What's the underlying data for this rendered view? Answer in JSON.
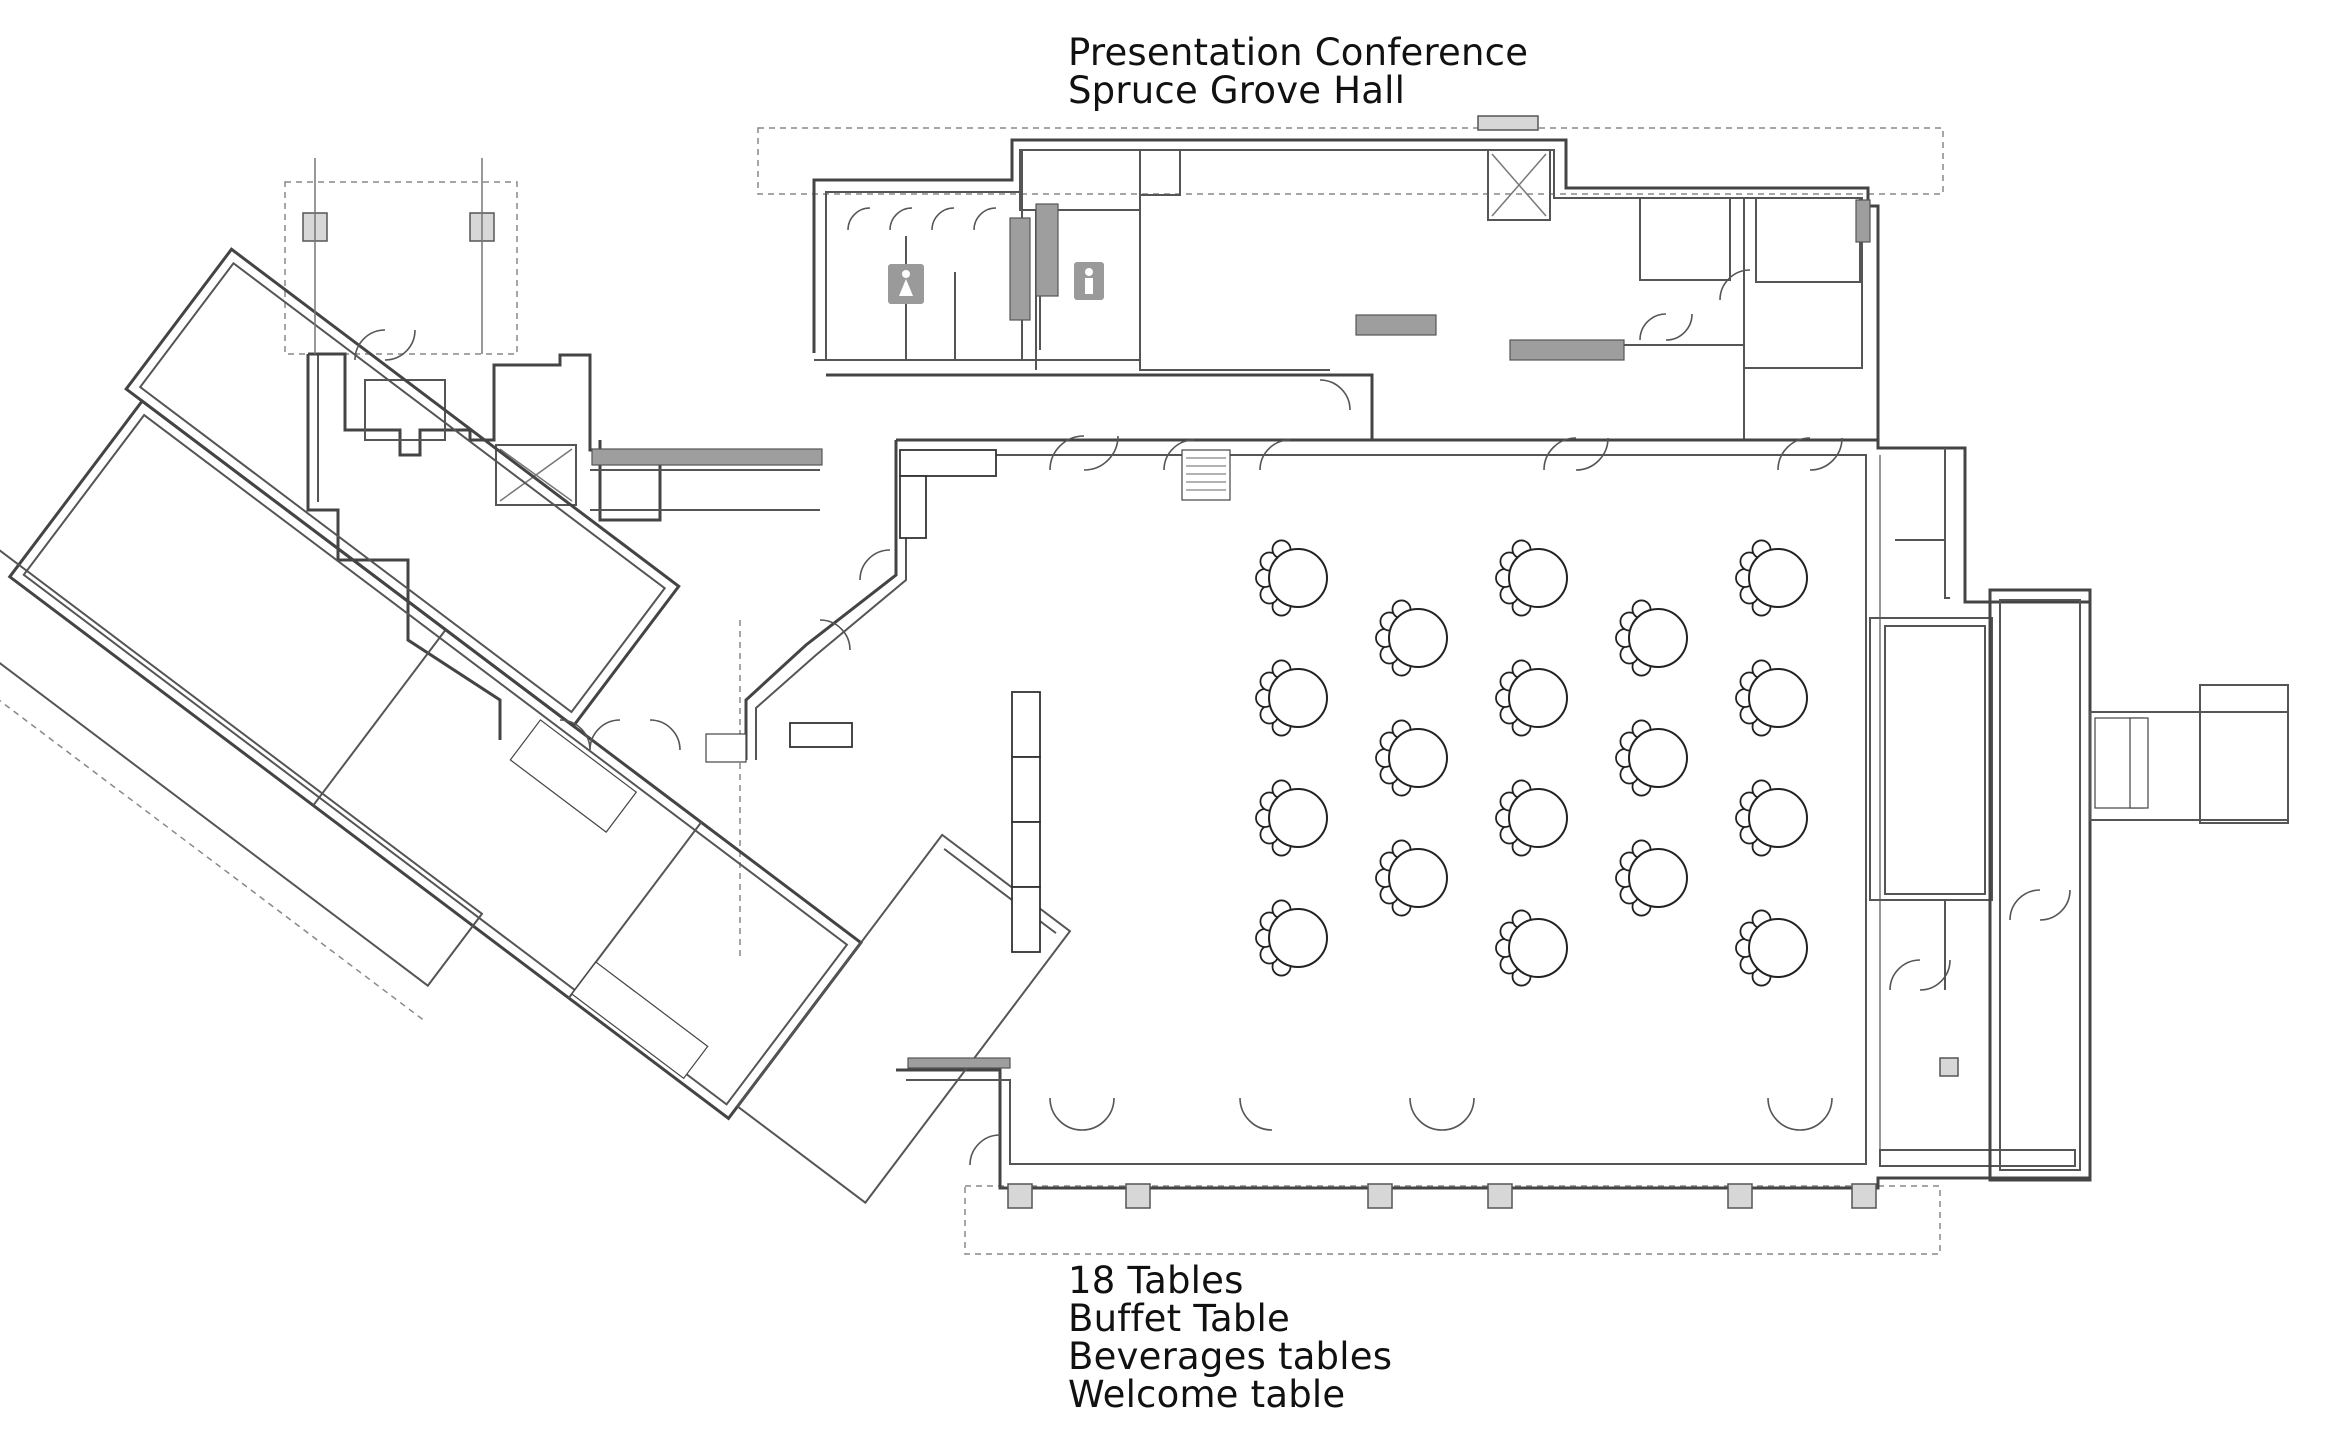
{
  "header": {
    "title_line1": "Presentation Conference",
    "title_line2": "Spruce Grove Hall"
  },
  "legend": {
    "items": [
      "18 Tables",
      "Buffet Table",
      "Beverages tables",
      "Welcome table"
    ]
  },
  "restroom_icons": [
    "women-restroom-icon",
    "men-restroom-icon"
  ],
  "round_table_count": 18
}
